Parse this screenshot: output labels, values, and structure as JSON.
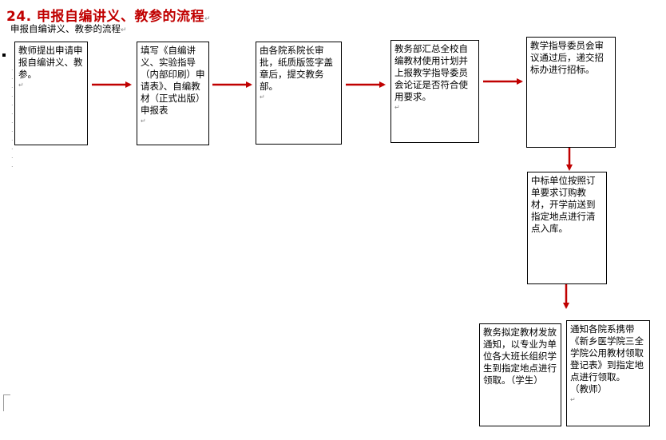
{
  "header": {
    "title": "24. 申报自编讲义、教参的流程",
    "subtitle": "申报自编讲义、教参的流程"
  },
  "flow": {
    "steps": [
      "教师提出申请申报自编讲义、教参。",
      "填写《自编讲义、实验指导（内部印刷）申请表》、自编教材（正式出版）申报表",
      "由各院系院长审批，纸质版签字盖章后，提交教务部。",
      "教务部汇总全校自编教材使用计划并上报教学指导委员会论证是否符合使用要求。",
      "教学指导委员会审议通过后，递交招标办进行招标。",
      "中标单位按照订单要求订购教材，开学前送到指定地点进行清点入库。",
      "教务拟定教材发放通知，以专业为单位各大班长组织学生到指定地点进行领取。（学生）",
      "通知各院系携带《新乡医学院三全学院公用教材领取登记表》到指定地点进行领取。 （教师）"
    ]
  },
  "colors": {
    "title": "#c00000",
    "arrow": "#c00000",
    "border": "#000000"
  }
}
